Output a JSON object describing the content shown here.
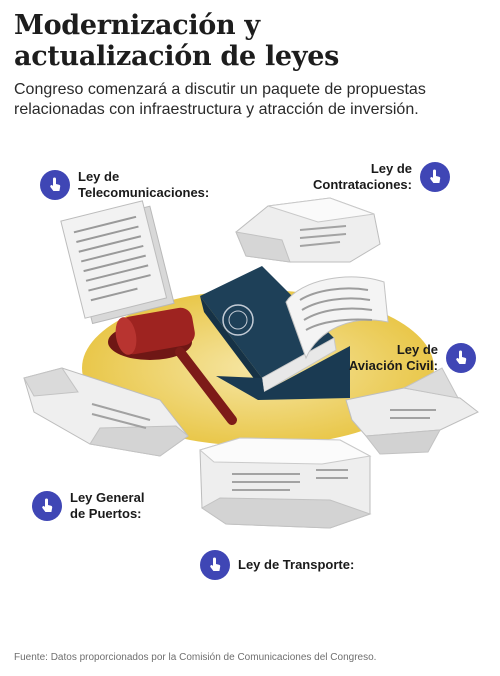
{
  "header": {
    "title_line1": "Modernización y",
    "title_line2": "actualización de leyes",
    "subtitle": "Congreso comenzará a discutir un paquete de propuestas relacionadas con infraestructura y atracción de inversión."
  },
  "callouts": {
    "telecom": {
      "line1": "Ley de",
      "line2": "Telecomunicaciones:",
      "icon": "tap-hand-icon"
    },
    "contrataciones": {
      "line1": "Ley de",
      "line2": "Contrataciones:",
      "icon": "tap-hand-icon"
    },
    "aviacion": {
      "line1": "Ley de",
      "line2": "Aviación Civil:",
      "icon": "tap-hand-icon"
    },
    "puertos": {
      "line1": "Ley General",
      "line2": "de Puertos:",
      "icon": "tap-hand-icon"
    },
    "transporte": {
      "line1": "Ley de Transporte:",
      "icon": "tap-hand-icon"
    }
  },
  "colors": {
    "accent": "#3f46b5",
    "gold": "#e9c74a",
    "book": "#1e4058",
    "gavel": "#8c1f1c",
    "paper": "#e7e7e7"
  },
  "footer": {
    "source": "Fuente: Datos proporcionados por la Comisión de Comunicaciones del Congreso."
  }
}
